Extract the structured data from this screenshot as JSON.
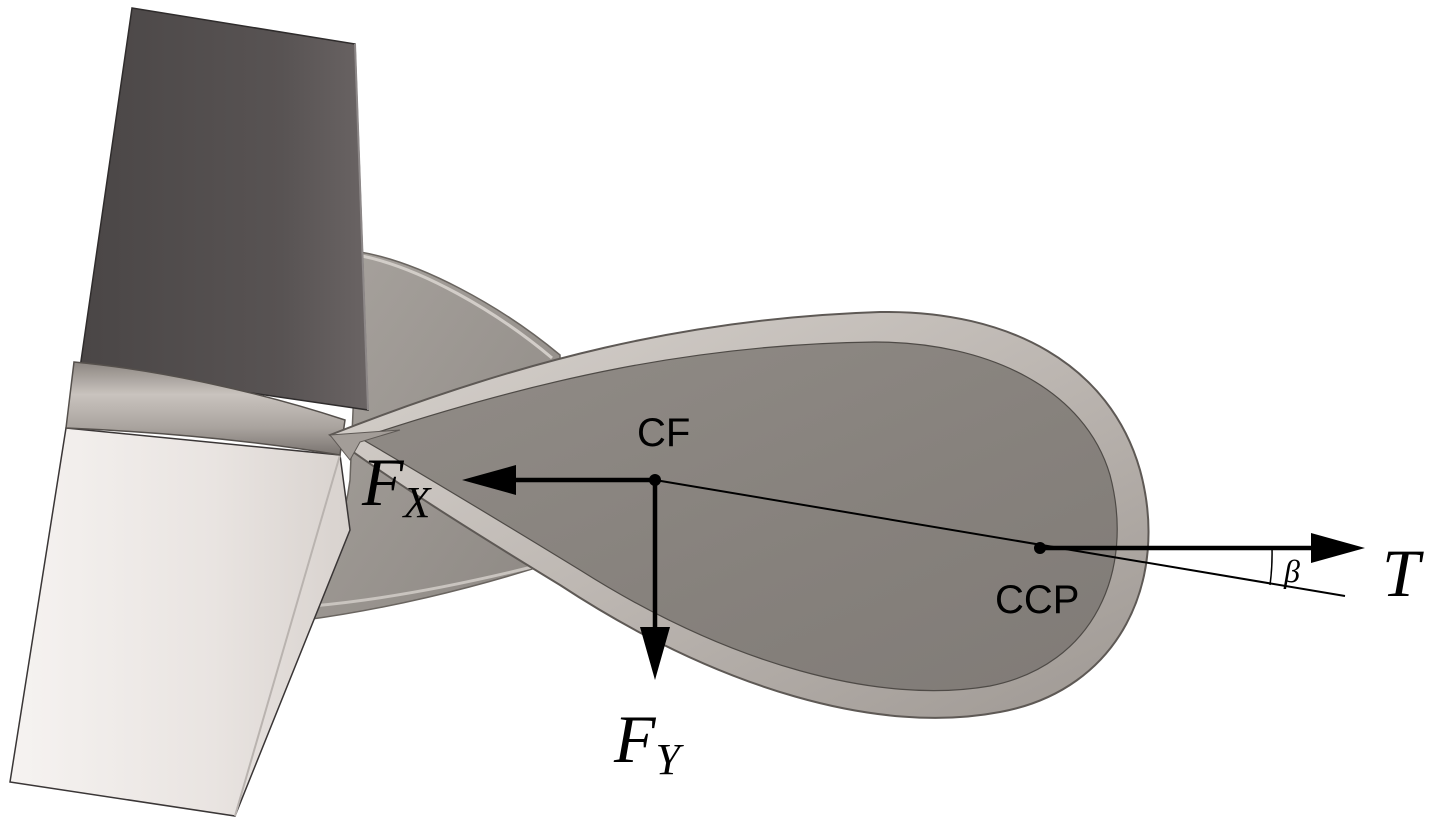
{
  "labels": {
    "cf": "CF",
    "ccp": "CCP",
    "fx_main": "F",
    "fx_sub": "X",
    "fy_main": "F",
    "fy_sub": "Y",
    "t": "T",
    "beta": "β"
  },
  "colors": {
    "arrow": "#000000",
    "top_fin_dark": "#555050",
    "bottom_fin_light": "#e8e4e2",
    "blade_face": "#8a8580",
    "blade_rim": "#c4beb9",
    "back_blade": "#9a9590",
    "hub_band": "#a8a29d"
  }
}
